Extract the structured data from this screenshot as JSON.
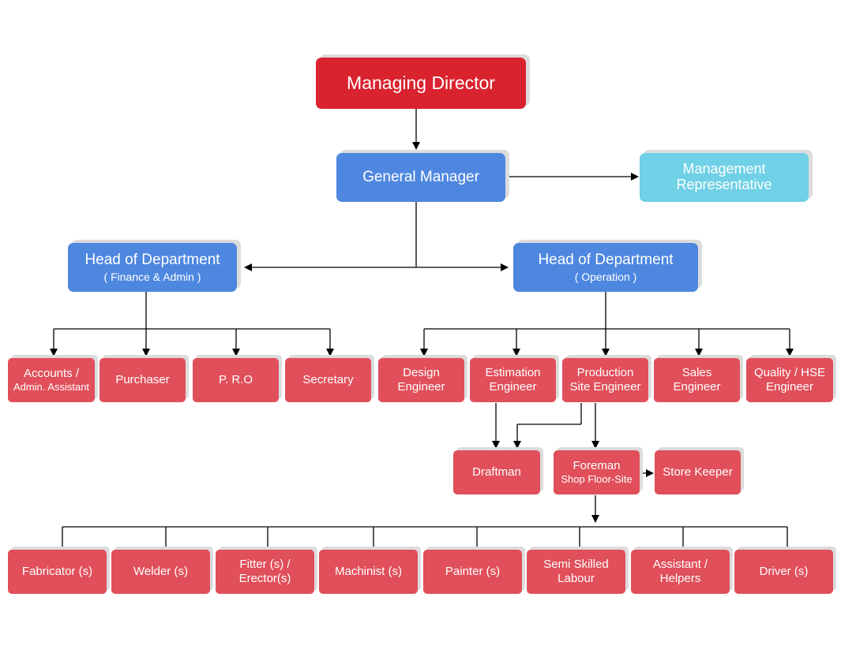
{
  "managing_director": "Managing Director",
  "general_manager": "General Manager",
  "management_representative": {
    "line1": "Management",
    "line2": "Representative"
  },
  "hod_finance": {
    "title": "Head of Department",
    "subtitle": "( Finance & Admin )"
  },
  "hod_operation": {
    "title": "Head of Department",
    "subtitle": "( Operation )"
  },
  "finance_staff": [
    {
      "line1": "Accounts /",
      "line2": "Admin. Assistant"
    },
    {
      "line1": "Purchaser",
      "line2": ""
    },
    {
      "line1": "P. R.O",
      "line2": ""
    },
    {
      "line1": "Secretary",
      "line2": ""
    }
  ],
  "operation_staff": [
    {
      "line1": "Design",
      "line2": "Engineer"
    },
    {
      "line1": "Estimation",
      "line2": "Engineer"
    },
    {
      "line1": "Production",
      "line2": "Site Engineer"
    },
    {
      "line1": "Sales",
      "line2": "Engineer"
    },
    {
      "line1": "Quality / HSE",
      "line2": "Engineer"
    }
  ],
  "draftman": "Draftman",
  "foreman": {
    "line1": "Foreman",
    "line2": "Shop Floor-Site"
  },
  "store_keeper": "Store Keeper",
  "workers": [
    {
      "line1": "Fabricator (s)",
      "line2": ""
    },
    {
      "line1": "Welder (s)",
      "line2": ""
    },
    {
      "line1": "Fitter (s) /",
      "line2": "Erector(s)"
    },
    {
      "line1": "Machinist (s)",
      "line2": ""
    },
    {
      "line1": "Painter (s)",
      "line2": ""
    },
    {
      "line1": "Semi Skilled",
      "line2": "Labour"
    },
    {
      "line1": "Assistant /",
      "line2": "Helpers"
    },
    {
      "line1": "Driver (s)",
      "line2": ""
    }
  ],
  "colors": {
    "managing_director": "#d9232f",
    "head_blue": "#4e87e0",
    "management_rep": "#6fd0e6",
    "staff_red": "#e04f5a",
    "connector": "#000000"
  }
}
